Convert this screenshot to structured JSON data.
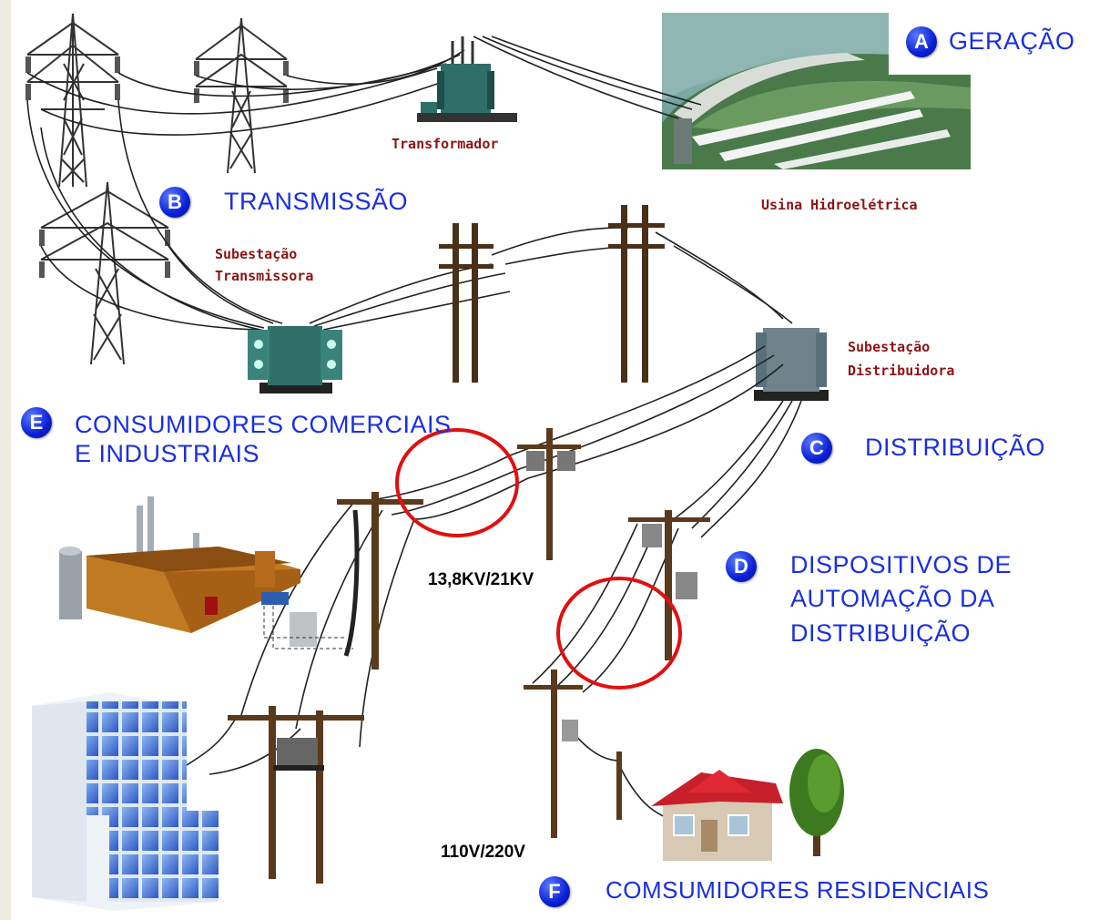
{
  "sections": {
    "a": {
      "letter": "A",
      "title": "GERAÇÃO"
    },
    "b": {
      "letter": "B",
      "title": "TRANSMISSÃO"
    },
    "c": {
      "letter": "C",
      "title": "DISTRIBUIÇÃO"
    },
    "d": {
      "letter": "D",
      "title_line1": "DISPOSITIVOS DE",
      "title_line2": "AUTOMAÇÃO DA",
      "title_line3": "DISTRIBUIÇÃO"
    },
    "e": {
      "letter": "E",
      "title_line1": "CONSUMIDORES COMERCIAIS",
      "title_line2": "E INDUSTRIAIS"
    },
    "f": {
      "letter": "F",
      "title": "COMSUMIDORES RESIDENCIAIS"
    }
  },
  "labels": {
    "transformer": "Transformador",
    "hydro_plant": "Usina Hidroelétrica",
    "transmission_substation_line1": "Subestação",
    "transmission_substation_line2": "Transmissora",
    "distribution_substation_line1": "Subestação",
    "distribution_substation_line2": "Distribuidora"
  },
  "voltages": {
    "medium": "13,8KV/21KV",
    "low": "110V/220V"
  },
  "colors": {
    "background": "#efece1",
    "section_text": "#1a2fe0",
    "component_label": "#8b1414",
    "highlight_circle": "#e01010"
  }
}
